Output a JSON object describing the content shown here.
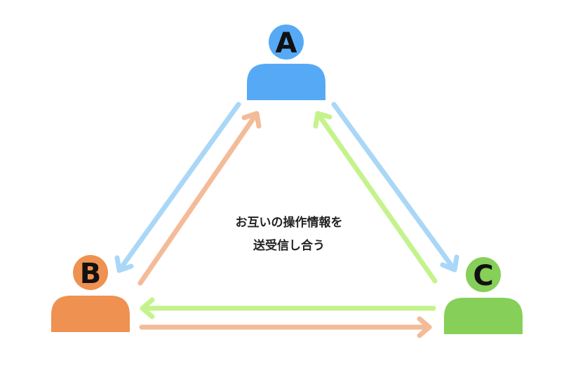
{
  "nodes": {
    "a": {
      "label": "A",
      "color": "#56aaf5"
    },
    "b": {
      "label": "B",
      "color": "#ef9150"
    },
    "c": {
      "label": "C",
      "color": "#86cf58"
    }
  },
  "arrows": {
    "a_to_b": {
      "color": "#a9d7f7"
    },
    "b_to_a": {
      "color": "#f4bb98"
    },
    "a_to_c": {
      "color": "#a9d7f7"
    },
    "c_to_a": {
      "color": "#c4f38c"
    },
    "c_to_b": {
      "color": "#c4f38c"
    },
    "b_to_c": {
      "color": "#f4bb98"
    }
  },
  "caption": {
    "line1": "お互いの操作情報を",
    "line2": "送受信し合う"
  }
}
